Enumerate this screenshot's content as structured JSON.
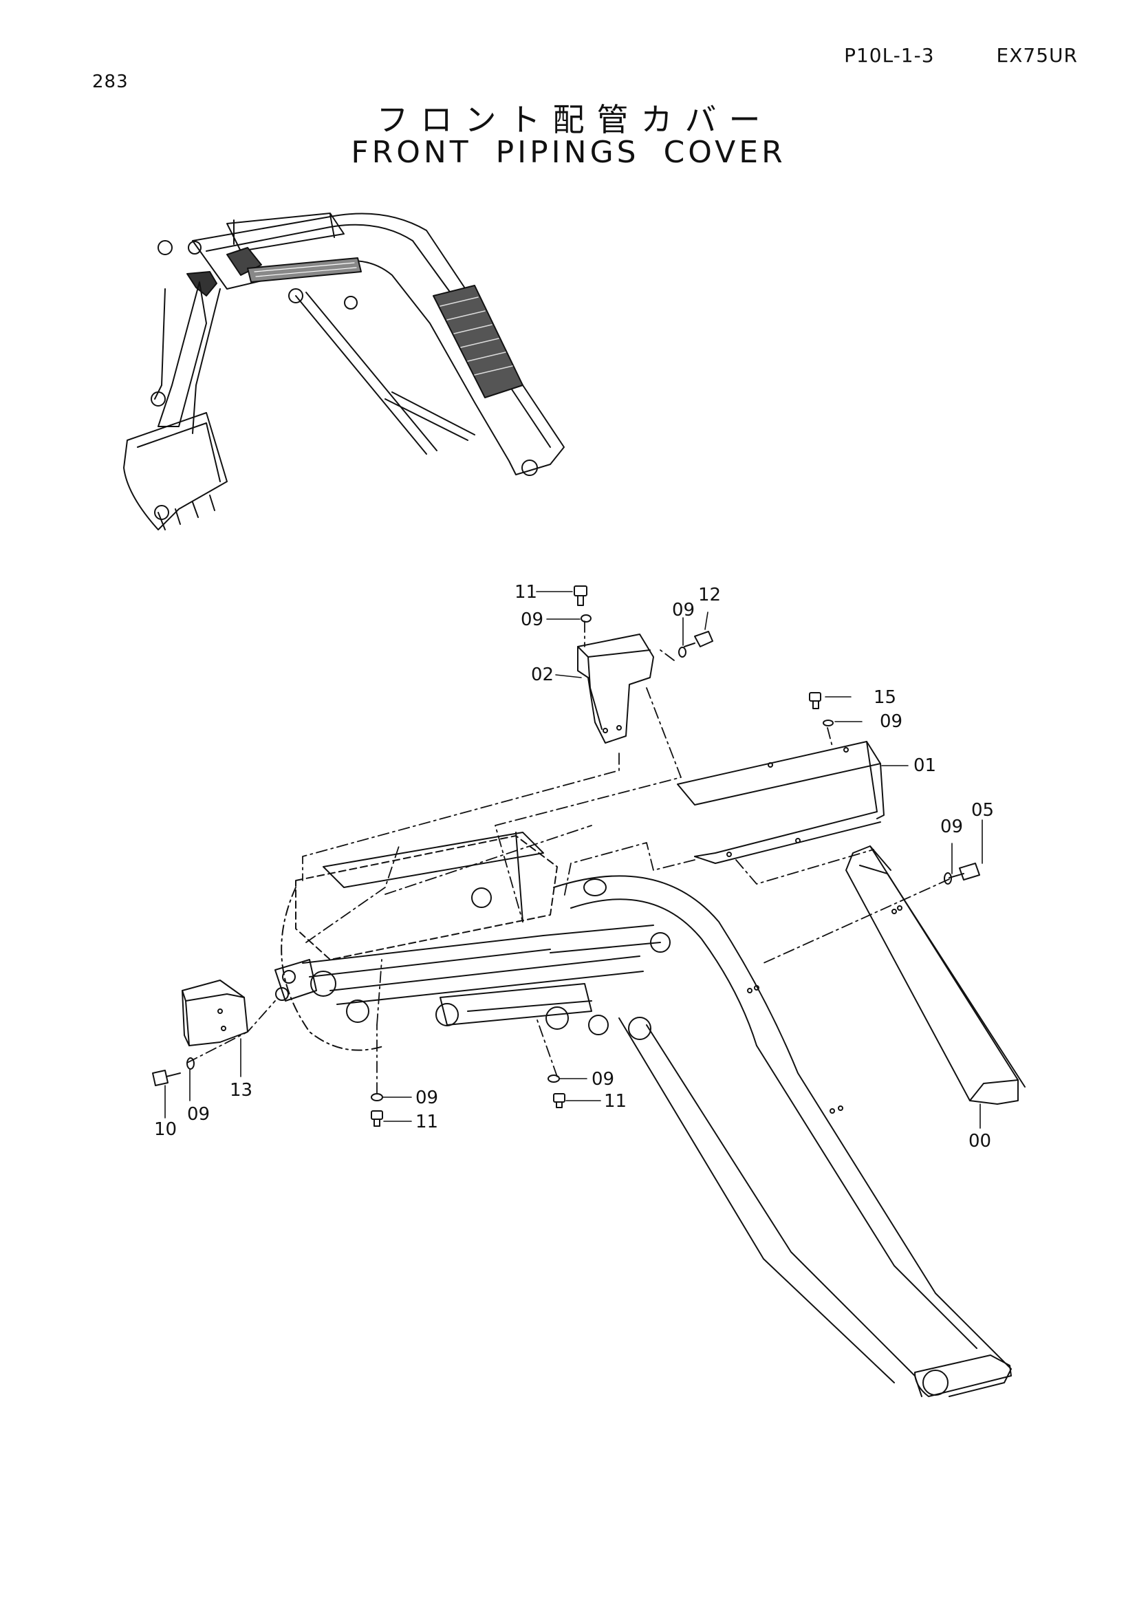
{
  "page": {
    "number": "283",
    "code": "P10L-1-3",
    "model": "EX75UR"
  },
  "title": {
    "japanese": "フロント配管カバー",
    "english": "FRONT PIPINGS COVER"
  },
  "callouts": [
    {
      "id": "c11a",
      "text": "11"
    },
    {
      "id": "c09a",
      "text": "09"
    },
    {
      "id": "c09b",
      "text": "09"
    },
    {
      "id": "c12",
      "text": "12"
    },
    {
      "id": "c02",
      "text": "02"
    },
    {
      "id": "c15",
      "text": "15"
    },
    {
      "id": "c09c",
      "text": "09"
    },
    {
      "id": "c01",
      "text": "01"
    },
    {
      "id": "c09d",
      "text": "09"
    },
    {
      "id": "c05",
      "text": "05"
    },
    {
      "id": "c13",
      "text": "13"
    },
    {
      "id": "c10",
      "text": "10"
    },
    {
      "id": "c09e",
      "text": "09"
    },
    {
      "id": "c09f",
      "text": "09"
    },
    {
      "id": "c11b",
      "text": "11"
    },
    {
      "id": "c09g",
      "text": "09"
    },
    {
      "id": "c11c",
      "text": "11"
    },
    {
      "id": "c00",
      "text": "00"
    }
  ],
  "colors": {
    "ink": "#111111",
    "paper": "#ffffff"
  }
}
